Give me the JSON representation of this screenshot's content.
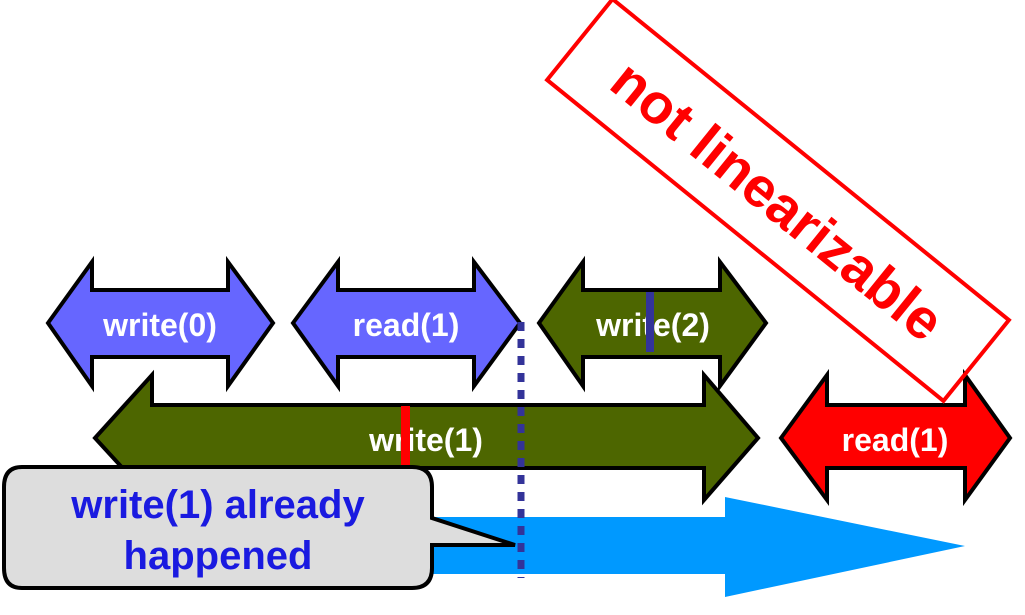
{
  "operations": {
    "write0": "write(0)",
    "read1_top": "read(1)",
    "write2": "write(2)",
    "write1": "write(1)",
    "read1_bottom": "read(1)"
  },
  "stamp": {
    "text": "not linearizable"
  },
  "callout": {
    "line1": "write(1) already",
    "line2": "happened"
  },
  "colors": {
    "blue_op": "#6666ff",
    "green_op": "#4d6600",
    "red_op": "#ff0000",
    "time_arrow": "#0099ff",
    "linearization_point_red": "#ff0000",
    "linearization_point_blue": "#333399",
    "stamp": "#ff0000",
    "callout_fill": "#dddddd",
    "callout_text": "#1a1ae0"
  }
}
